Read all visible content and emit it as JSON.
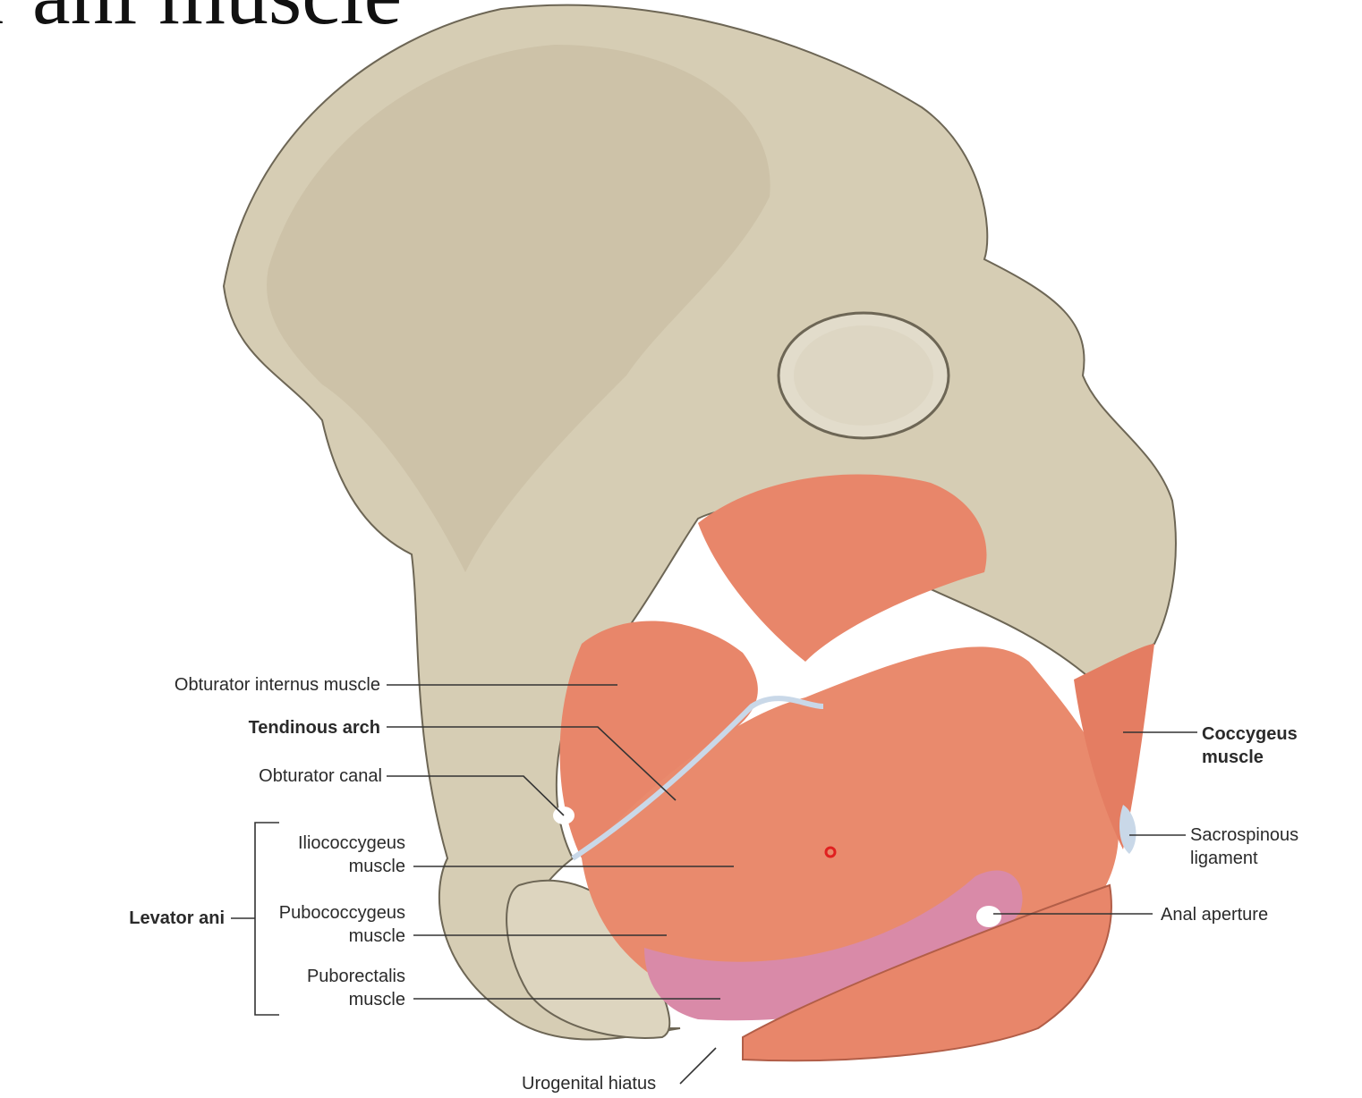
{
  "slide": {
    "title_fragment": "r ani muscle"
  },
  "labels": {
    "obturator_internus": "Obturator internus muscle",
    "tendinous_arch": "Tendinous arch",
    "obturator_canal": "Obturator canal",
    "iliococcygeus_1": "Iliococcygeus",
    "iliococcygeus_2": "muscle",
    "levator_ani": "Levator ani",
    "pubococcygeus_1": "Pubococcygeus",
    "pubococcygeus_2": "muscle",
    "puborectalis_1": "Puborectalis",
    "puborectalis_2": "muscle",
    "urogenital_hiatus": "Urogenital hiatus",
    "coccygeus_1": "Coccygeus",
    "coccygeus_2": "muscle",
    "sacrospinous_1": "Sacrospinous",
    "sacrospinous_2": "ligament",
    "anal_aperture": "Anal aperture"
  },
  "colors": {
    "bone": "#d6cdb4",
    "muscle": "#e8866a",
    "puborectalis": "#d98aa8",
    "ligament": "#c9d8e8",
    "pointer": "#e02020"
  }
}
